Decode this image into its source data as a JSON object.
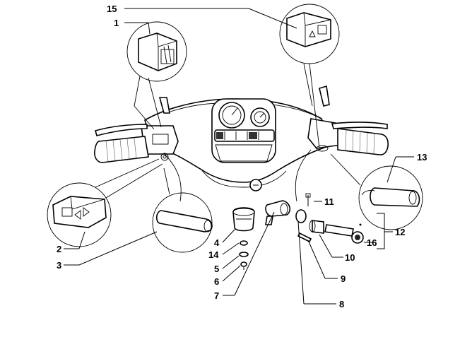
{
  "diagram": {
    "callouts": [
      {
        "id": "c15",
        "text": "15"
      },
      {
        "id": "c1",
        "text": "1"
      },
      {
        "id": "c13",
        "text": "13"
      },
      {
        "id": "c11",
        "text": "11"
      },
      {
        "id": "c12",
        "text": "12"
      },
      {
        "id": "c16",
        "text": "16"
      },
      {
        "id": "c2",
        "text": "2"
      },
      {
        "id": "c3",
        "text": "3"
      },
      {
        "id": "c4",
        "text": "4"
      },
      {
        "id": "c14",
        "text": "14"
      },
      {
        "id": "c5",
        "text": "5"
      },
      {
        "id": "c6",
        "text": "6"
      },
      {
        "id": "c7",
        "text": "7"
      },
      {
        "id": "c10",
        "text": "10"
      },
      {
        "id": "c9",
        "text": "9"
      },
      {
        "id": "c8",
        "text": "8"
      }
    ]
  }
}
